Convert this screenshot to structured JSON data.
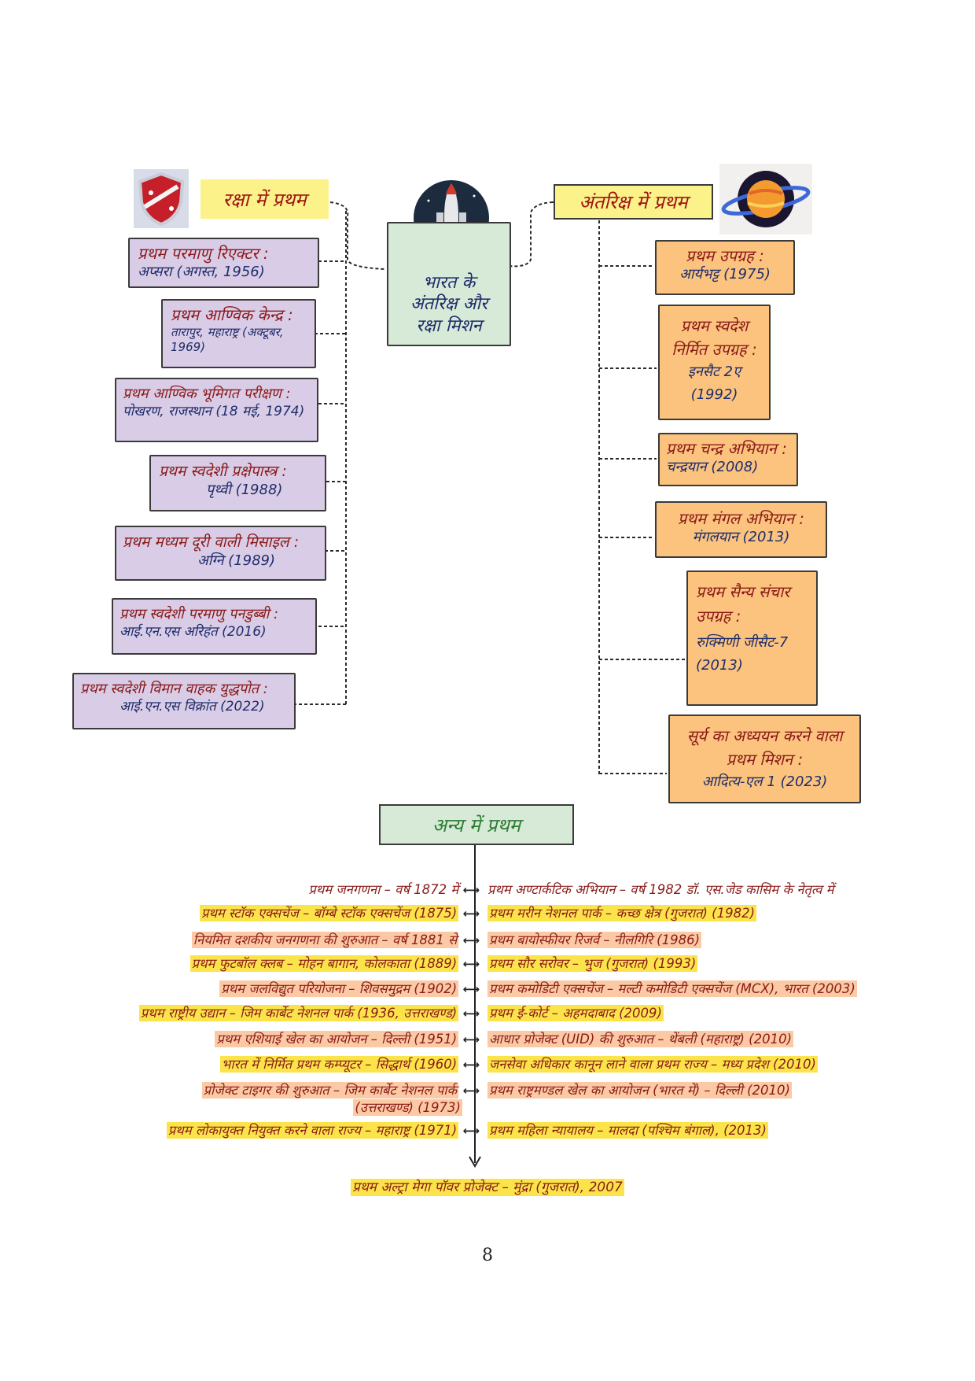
{
  "colors": {
    "defense_box": "#d9cce6",
    "space_box": "#fbc37d",
    "center_box": "#d7ead7",
    "yellow_header": "#fbf28a",
    "highlight_yellow": "#fbe44a",
    "highlight_orange": "#fbc9a3",
    "text_red": "#8b1a1a",
    "text_blue": "#1f2d6b"
  },
  "center": {
    "l1": "भारत के",
    "l2": "अंतरिक्ष और",
    "l3": "रक्षा मिशन"
  },
  "defense": {
    "title": "रक्षा में प्रथम",
    "items": [
      {
        "l1": "प्रथम परमाणु रिएक्टर :",
        "l2": "अप्सरा (अगस्त, 1956)"
      },
      {
        "l1": "प्रथम आण्विक केन्द्र :",
        "l2": "तारापुर, महाराष्ट्र (अक्टूबर, 1969)"
      },
      {
        "l1": "प्रथम आण्विक भूमिगत परीक्षण :",
        "l2": "पोखरण, राजस्थान (18 मई, 1974)"
      },
      {
        "l1": "प्रथम स्वदेशी प्रक्षेपास्त्र :",
        "l2": "पृथ्वी (1988)"
      },
      {
        "l1": "प्रथम मध्यम दूरी वाली मिसाइल :",
        "l2": "अग्नि (1989)"
      },
      {
        "l1": "प्रथम स्वदेशी परमाणु पनडुब्बी :",
        "l2": "आई.एन.एस अरिहंत (2016)"
      },
      {
        "l1": "प्रथम स्वदेशी विमान वाहक युद्धपोत :",
        "l2": "आई.एन.एस विक्रांत (2022)"
      }
    ]
  },
  "space": {
    "title": "अंतरिक्ष में प्रथम",
    "items": [
      {
        "l1": "प्रथम उपग्रह :",
        "l2": "आर्यभट्ट (1975)"
      },
      {
        "l1": "प्रथम स्वदेश निर्मित उपग्रह :",
        "l2": "इनसैट 2ए (1992)"
      },
      {
        "l1": "प्रथम चन्द्र अभियान :",
        "l2": "चन्द्रयान (2008)"
      },
      {
        "l1": "प्रथम मंगल अभियान :",
        "l2": "मंगलयान (2013)"
      },
      {
        "l1": "प्रथम सैन्य संचार उपग्रह :",
        "l2": "रुक्मिणी जीसैट-7 (2013)"
      },
      {
        "l1": "सूर्य का अध्ययन करने वाला प्रथम मिशन :",
        "l2": "आदित्य-एल 1 (2023)"
      }
    ]
  },
  "other": {
    "title": "अन्य में प्रथम",
    "rows": [
      {
        "left": "प्रथम जनगणना – वर्ष 1872 में",
        "right": "प्रथम अण्टार्कटिक अभियान – वर्ष 1982 डॉ. एस.जेड कासिम के नेतृत्व में"
      },
      {
        "left": "प्रथम स्टॉक एक्सचेंज – बॉम्बे स्टॉक एक्सचेंज (1875)",
        "right": "प्रथम मरीन नेशनल पार्क – कच्छ क्षेत्र (गुजरात) (1982)"
      },
      {
        "left": "नियमित दशकीय जनगणना की शुरुआत – वर्ष 1881 से",
        "right": "प्रथम बायोस्फीयर रिजर्व – नीलगिरि (1986)"
      },
      {
        "left": "प्रथम फुटबॉल क्लब – मोहन बागान, कोलकाता (1889)",
        "right": "प्रथम सौर सरोवर – भुज (गुजरात) (1993)"
      },
      {
        "left": "प्रथम जलविद्युत परियोजना – शिवसमुद्रम (1902)",
        "right": "प्रथम कमोडिटी एक्सचेंज – मल्टी कमोडिटी एक्सचेंज (MCX), भारत (2003)"
      },
      {
        "left": "प्रथम राष्ट्रीय उद्यान – जिम कार्बेट नेशनल पार्क (1936, उत्तराखण्ड)",
        "right": "प्रथम ई-कोर्ट – अहमदाबाद (2009)"
      },
      {
        "left": "प्रथम एशियाई खेल का आयोजन – दिल्ली (1951)",
        "right": "आधार प्रोजेक्ट (UID) की शुरुआत – थेंबली (महाराष्ट्र) (2010)"
      },
      {
        "left": "भारत में निर्मित प्रथम कम्प्यूटर – सिद्धार्थ (1960)",
        "right": "जनसेवा अधिकार कानून लाने वाला प्रथम राज्य – मध्य प्रदेश (2010)"
      },
      {
        "left": "प्रोजेक्ट टाइगर की शुरुआत – जिम कार्बेट नेशनल पार्क",
        "left2": "(उत्तराखण्ड) (1973)",
        "right": "प्रथम राष्ट्रमण्डल खेल का आयोजन (भारत में) – दिल्ली (2010)"
      },
      {
        "left": "प्रथम लोकायुक्त नियुक्त करने वाला राज्य – महाराष्ट्र (1971)",
        "right": "प्रथम महिला न्यायालय – मालदा (पश्चिम बंगाल), (2013)"
      }
    ],
    "bottom": "प्रथम अल्ट्रा मेगा पॉवर प्रोजेक्ट – मुंद्रा (गुजरात), 2007"
  },
  "page_number": "8",
  "icons": {
    "shield": "shield-icon",
    "rocket": "rocket-icon",
    "planet": "saturn-icon"
  }
}
